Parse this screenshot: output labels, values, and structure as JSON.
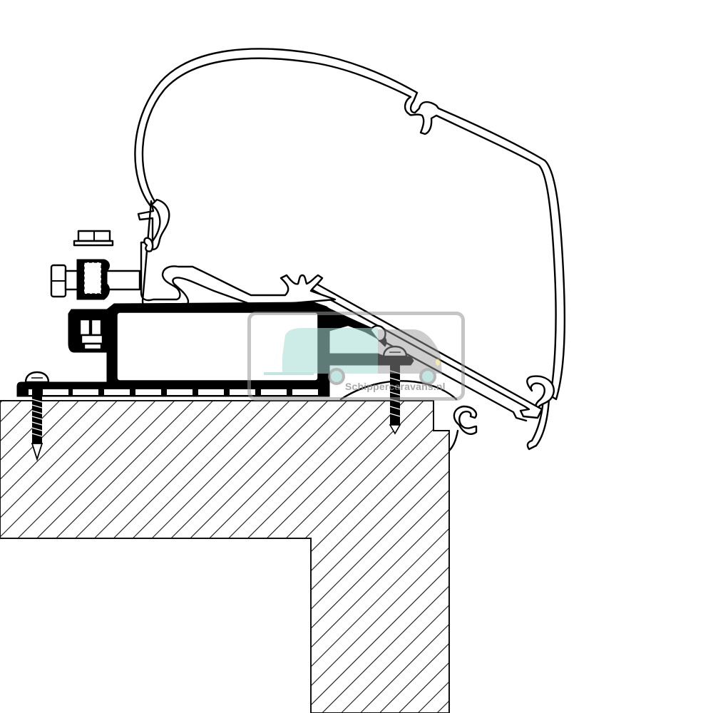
{
  "diagram": {
    "subject": "Awning adapter rail cross-section mounted on caravan roof/wall",
    "components": [
      "awning-cassette-profile",
      "adapter-rail",
      "clamp-bolt-assembly",
      "mounting-screw-left",
      "mounting-screw-right",
      "keder-clip",
      "roof-wall-section"
    ]
  },
  "watermark": {
    "text": "Schippercaravans.nl",
    "colors": {
      "caravan": "#a8dcd6",
      "van": "#9a9a9a",
      "headlight": "#f1e08a",
      "frame": "#969696"
    }
  },
  "colors": {
    "line": "#000000",
    "background": "#ffffff"
  }
}
